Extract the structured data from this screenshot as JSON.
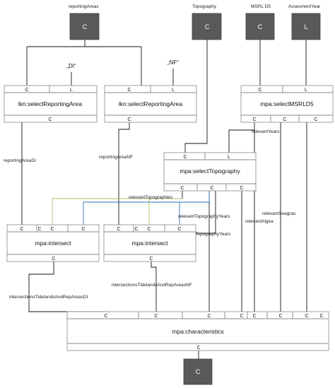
{
  "sources": [
    {
      "id": "reporting_areas",
      "label": "reportingAreas",
      "port": "C"
    },
    {
      "id": "topography",
      "label": "Topography",
      "port": "C"
    },
    {
      "id": "msrl_d5",
      "label": "MSRL D5",
      "port": "C"
    },
    {
      "id": "assesment_year",
      "label": "AssesmentYear",
      "port": "L"
    }
  ],
  "constants": {
    "di": "„DI“",
    "nf": "„NF“"
  },
  "nodes": {
    "select_reporting_area_di": {
      "title": "lkn:selectReportingArea",
      "inputs": [
        "C",
        "L"
      ],
      "output": "C"
    },
    "select_reporting_area_nf": {
      "title": "lkn:selectReportingArea",
      "inputs": [
        "C",
        "L"
      ],
      "output": "C"
    },
    "select_msrl_d5": {
      "title": "mpa:selectMSRLD5",
      "inputs": [
        "C",
        "L"
      ],
      "outputs": [
        "C",
        "C",
        "C"
      ]
    },
    "select_topography": {
      "title": "mpa:selectTopography",
      "inputs": [
        "C",
        "L"
      ],
      "outputs": [
        "C",
        "C",
        "C"
      ]
    },
    "intersect_di": {
      "title": "mpa:intersect",
      "inputs": [
        "C",
        "C",
        "C",
        "C"
      ],
      "output": "C"
    },
    "intersect_nf": {
      "title": "mpa:intersect",
      "inputs": [
        "C",
        "C",
        "C",
        "C"
      ],
      "output": "C"
    },
    "characteristics": {
      "title": "mpa:characteristics",
      "inputs": [
        "C",
        "C",
        "C",
        "C",
        "C",
        "C",
        "C",
        "C"
      ],
      "output": "C"
    }
  },
  "sink": {
    "port": "C"
  },
  "edge_labels": {
    "reporting_area_di": "reportingAreaDI",
    "reporting_area_nf": "reportingAreaNF",
    "relevant_years": "relevantYears",
    "relevant_topographies": "relevantTopographies",
    "relevant_topography_years": "relevantTopographyYears",
    "existing_topography_years": "existingTopographyYears",
    "relevant_seagras": "relevantSeagras",
    "relevant_algea": "relevantAlgea",
    "intersections_di": "intersectionsTidelandsAndRepAreasDI",
    "intersections_nf": "intersectionsTidelandsAndRepAreasNF"
  },
  "colors": {
    "line": "#111111",
    "source_fill": "#595959",
    "box_border": "#888888",
    "topographies_line": "#a9c46b",
    "topography_years_line": "#2e75b6"
  }
}
